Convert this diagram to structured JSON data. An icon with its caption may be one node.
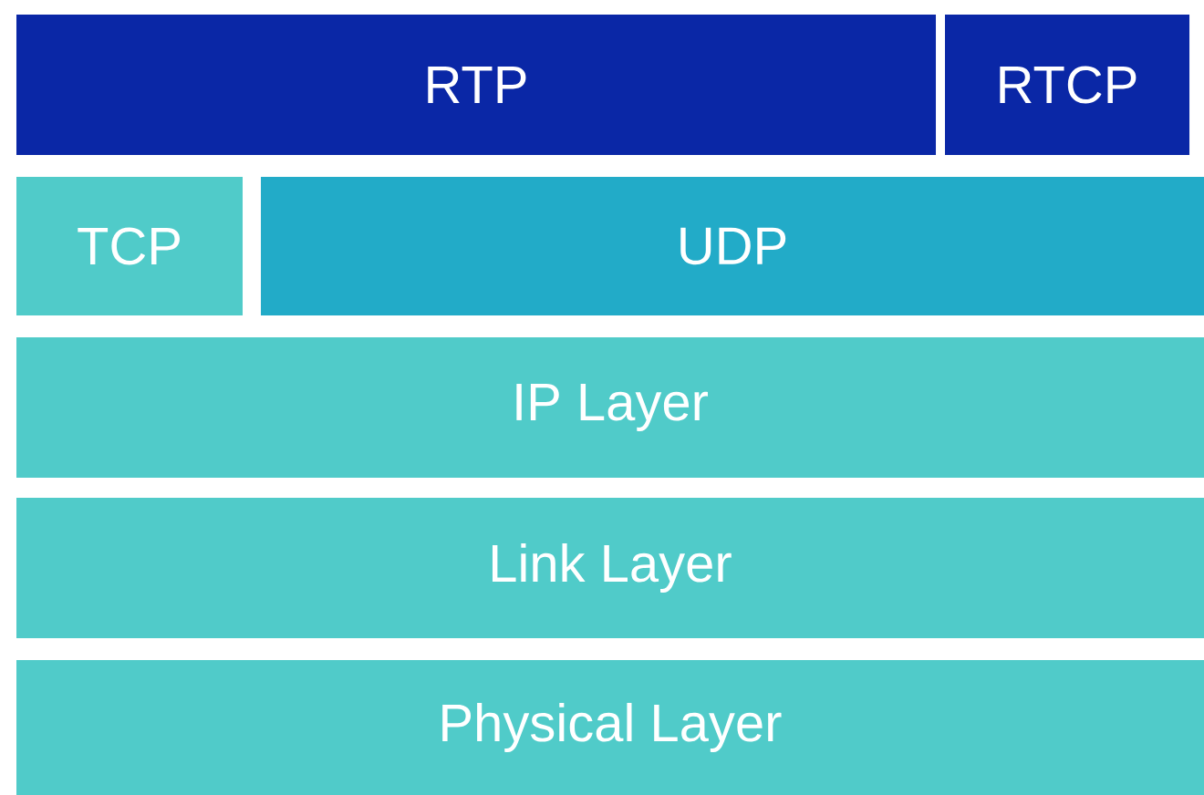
{
  "diagram": {
    "nodes": [
      {
        "text": [
          "RTP"
        ]
      },
      {
        "text": [
          "RTCP"
        ]
      },
      {
        "text": [
          "TCP"
        ]
      },
      {
        "text": [
          "UDP"
        ]
      },
      {
        "text": [
          "IP Layer"
        ]
      },
      {
        "text": [
          "Link Layer"
        ]
      },
      {
        "text": [
          "Physical Layer"
        ]
      }
    ]
  }
}
